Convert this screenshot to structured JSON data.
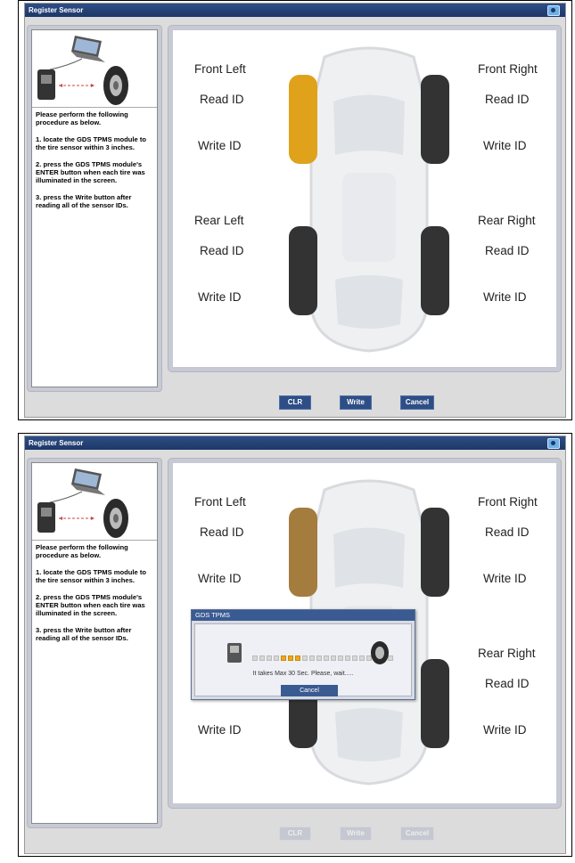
{
  "screens": [
    {
      "title": "Register Sensor",
      "procedure": [
        "Please perform the following procedure as below.",
        "1. locate the GDS TPMS module to the tire sensor within 3 inches.",
        "2. press the GDS TPMS module's ENTER button when each tire was illuminated in the screen.",
        "3. press the Write button after reading all of the sensor IDs."
      ],
      "front_left": "Front Left",
      "front_right": "Front Right",
      "rear_left": "Rear Left",
      "rear_right": "Rear Right",
      "read_id": "Read ID",
      "write_id": "Write ID",
      "buttons": {
        "clr": "CLR",
        "write": "Write",
        "cancel": "Cancel"
      },
      "active_tire": "front-left"
    },
    {
      "title": "Register Sensor",
      "procedure": [
        "Please perform the following procedure as below.",
        "1. locate the GDS TPMS module to the tire sensor within 3 inches.",
        "2. press the GDS TPMS module's ENTER button when each tire was illuminated in the screen.",
        "3. press the Write button after reading all of the sensor IDs."
      ],
      "front_left": "Front Left",
      "front_right": "Front Right",
      "rear_right": "Rear Right",
      "read_id": "Read ID",
      "write_id": "Write ID",
      "buttons": {
        "clr": "CLR",
        "write": "Write",
        "cancel": "Cancel"
      },
      "dialog": {
        "title": "GDS TPMS",
        "message": "It takes Max 30 Sec. Please, wait.....",
        "cancel": "Cancel",
        "progress_fraction": 0.35
      }
    }
  ],
  "colors": {
    "active_tire": "#e0a21a",
    "title_bar": "#1d3767",
    "button": "#2e4e86"
  }
}
